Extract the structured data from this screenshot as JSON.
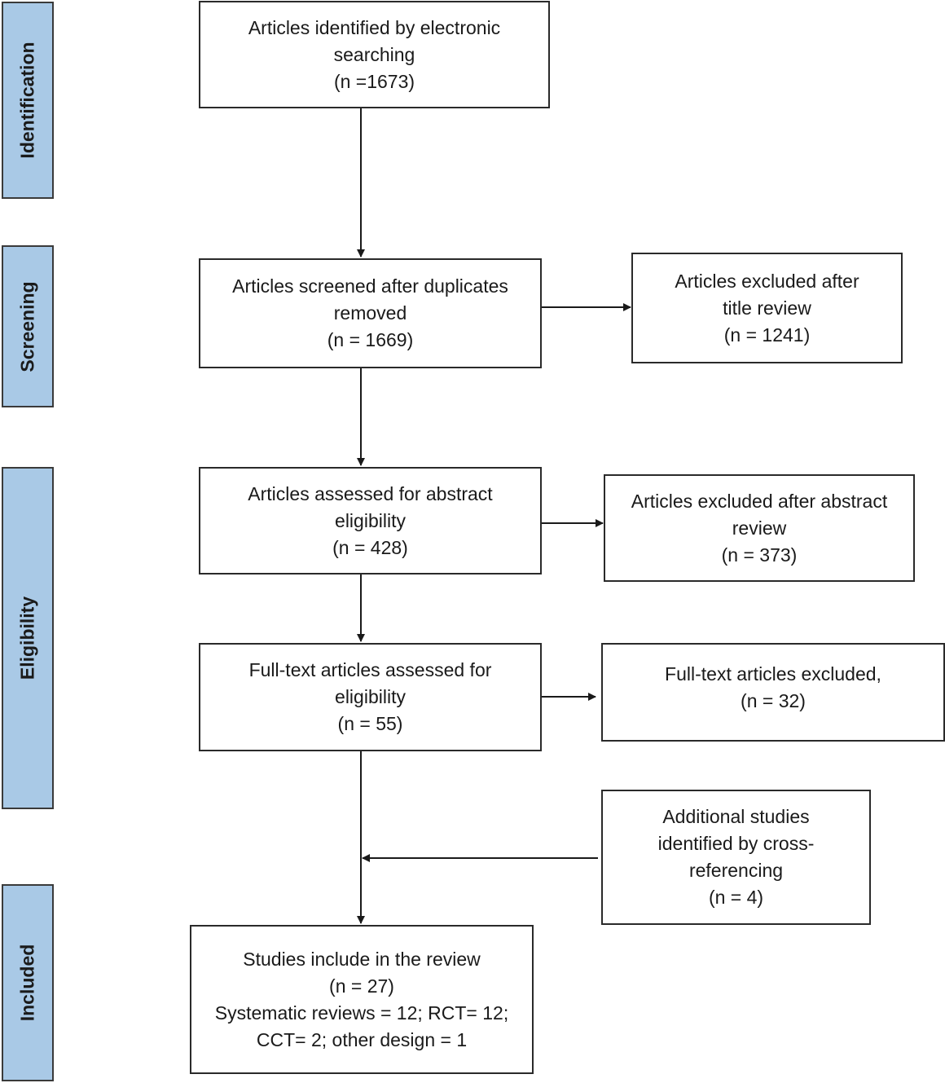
{
  "phases": {
    "identification": "Identification",
    "screening": "Screening",
    "eligibility": "Eligibility",
    "included": "Included"
  },
  "boxes": {
    "identified": {
      "line1": "Articles identified by electronic",
      "line2": "searching",
      "count": "(n =1673)"
    },
    "screened": {
      "line1": "Articles screened after duplicates",
      "line2": "removed",
      "count": "(n = 1669)"
    },
    "excluded_title": {
      "line1": "Articles excluded after",
      "line2": "title review",
      "count": "(n = 1241)"
    },
    "abstract_assessed": {
      "line1": "Articles assessed for abstract",
      "line2": "eligibility",
      "count": "(n = 428)"
    },
    "excluded_abstract": {
      "line1": "Articles excluded after abstract",
      "line2": "review",
      "count": "(n = 373)"
    },
    "fulltext_assessed": {
      "line1": "Full-text articles assessed for",
      "line2": "eligibility",
      "count": "(n = 55)"
    },
    "fulltext_excluded": {
      "line1": "Full-text articles excluded,",
      "count": "(n = 32)"
    },
    "additional": {
      "line1": "Additional studies",
      "line2": "identified by cross-",
      "line3": "referencing",
      "count": "(n = 4)"
    },
    "included": {
      "line1": "Studies include in the review",
      "count": "(n = 27)",
      "line3": "Systematic reviews = 12; RCT= 12;",
      "line4": "CCT= 2; other design = 1"
    }
  }
}
